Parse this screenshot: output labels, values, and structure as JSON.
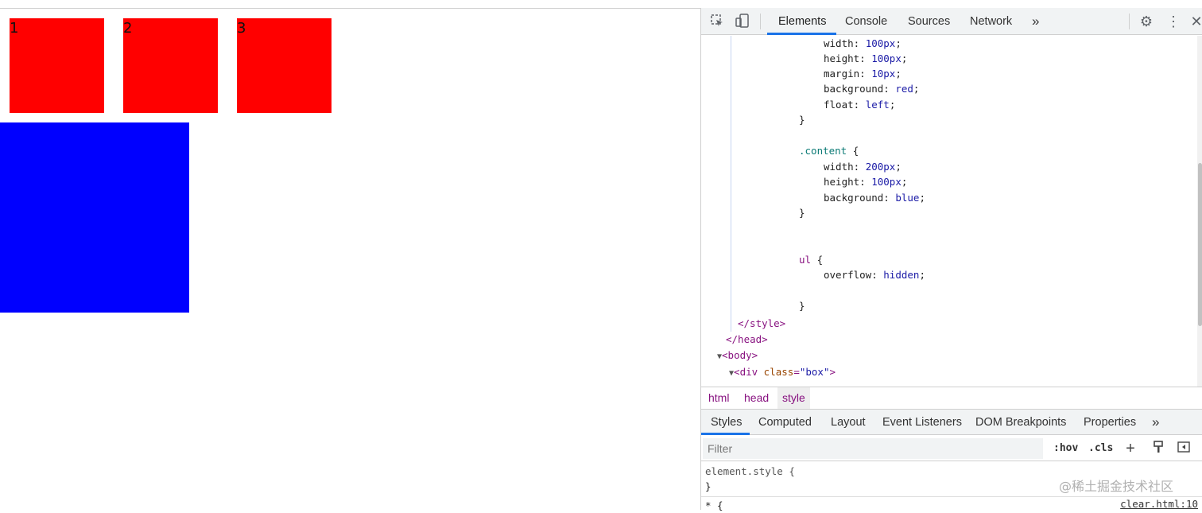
{
  "page": {
    "boxes": [
      "1",
      "2",
      "3"
    ],
    "colors": {
      "box": "#ff0000",
      "content": "#0000ff"
    }
  },
  "devtools": {
    "tabs": [
      "Elements",
      "Console",
      "Sources",
      "Network"
    ],
    "more_tabs": "»",
    "icons": [
      "inspect-icon",
      "device-toggle-icon",
      "gear-icon",
      "kebab-menu-icon",
      "close-icon"
    ],
    "code": {
      "box_rule": {
        "props": [
          {
            "p": "width",
            "v": "100px"
          },
          {
            "p": "height",
            "v": "100px"
          },
          {
            "p": "margin",
            "v": "10px"
          },
          {
            "p": "background",
            "v": "red"
          },
          {
            "p": "float",
            "v": "left"
          }
        ],
        "close": "}"
      },
      "content_rule": {
        "selector": ".content",
        "open": " {",
        "props": [
          {
            "p": "width",
            "v": "200px"
          },
          {
            "p": "height",
            "v": "100px"
          },
          {
            "p": "background",
            "v": "blue"
          }
        ],
        "close": "}"
      },
      "ul_rule": {
        "selector": "ul",
        "open": " {",
        "props": [
          {
            "p": "overflow",
            "v": "hidden"
          }
        ],
        "close": "}"
      },
      "style_close": "</style>",
      "head_close": "</head>",
      "body_open": "<body>",
      "div_tag": "div",
      "div_attr": "class",
      "div_attr_val": "\"box\""
    },
    "breadcrumb": [
      "html",
      "head",
      "style"
    ],
    "pane_tabs": [
      "Styles",
      "Computed",
      "Layout",
      "Event Listeners",
      "DOM Breakpoints",
      "Properties"
    ],
    "pane_more": "»",
    "filter": {
      "placeholder": "Filter",
      "hov": ":hov",
      "cls": ".cls"
    },
    "rules": {
      "element_style": "element.style {",
      "element_close": "}",
      "star_rule": "* {",
      "file_link": "clear.html:10"
    },
    "watermark": "@稀土掘金技术社区"
  }
}
